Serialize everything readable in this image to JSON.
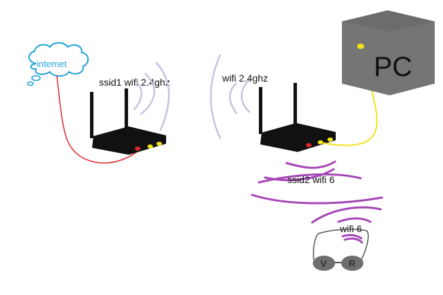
{
  "cloud": {
    "label": "internet"
  },
  "router1": {
    "label": "ssid1 wifi 2.4ghz"
  },
  "router2": {
    "label": "wifi 2.4ghz",
    "ssid_label": "ssid2 wifi 6"
  },
  "pc": {
    "label": "PC"
  },
  "headset": {
    "wifi_label": "wifi 6",
    "left_lens": "V",
    "right_lens": "R"
  },
  "colors": {
    "internet_cable": "#e0262b",
    "pc_cable": "#f2e21a",
    "wifi_24": "#c7c3df",
    "wifi_6": "#a646b6",
    "cloud": "#1fa3d9",
    "router": "#111111",
    "pc_box": "#757575"
  }
}
